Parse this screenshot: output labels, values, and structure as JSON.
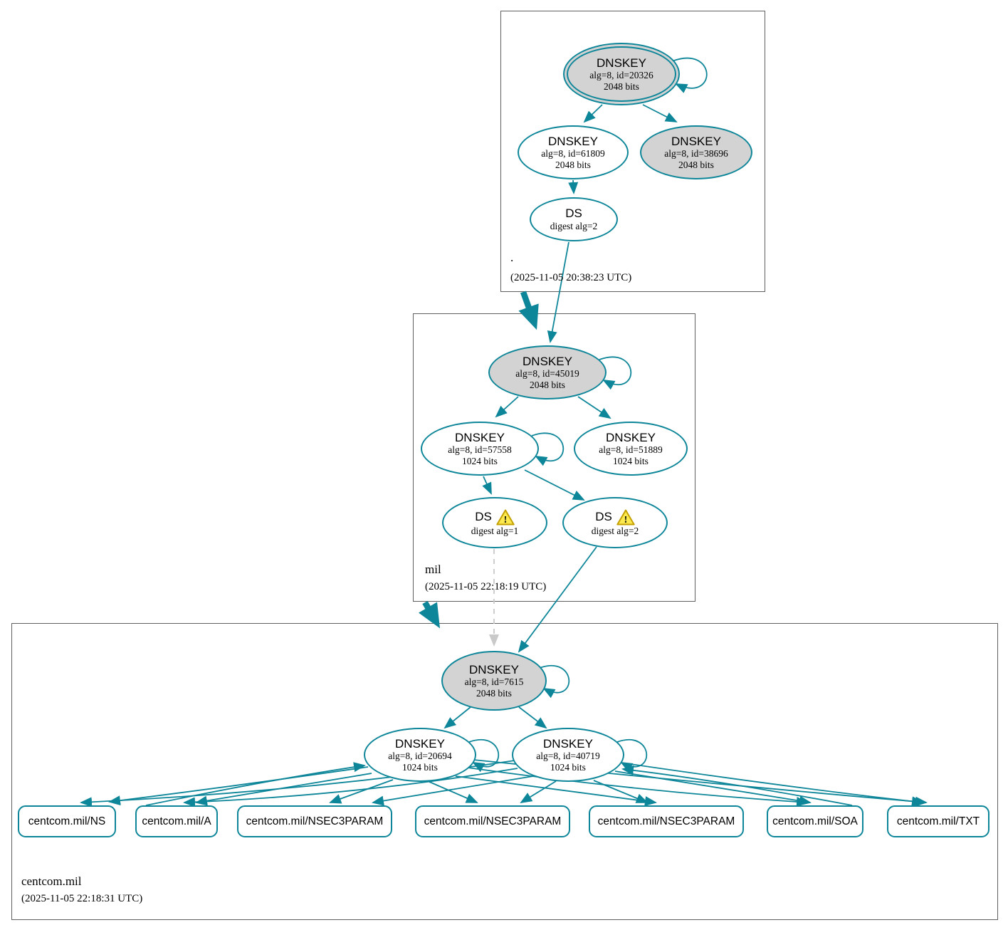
{
  "colors": {
    "accent_teal": "#0e8699",
    "node_fill_gray": "#d3d3d3",
    "dashed_edge_gray": "#c9c9c9",
    "zone_box_border": "#5f5f5f",
    "warning_fill": "#fce94f",
    "warning_stroke": "#c4a000"
  },
  "zones": [
    {
      "name": ".",
      "timestamp": "(2025-11-05 20:38:23 UTC)"
    },
    {
      "name": "mil",
      "timestamp": "(2025-11-05 22:18:19 UTC)"
    },
    {
      "name": "centcom.mil",
      "timestamp": "(2025-11-05 22:18:31 UTC)"
    }
  ],
  "nodes": {
    "root_ksk": {
      "title": "DNSKEY",
      "alg": "alg=8, id=20326",
      "bits": "2048 bits"
    },
    "root_zsk": {
      "title": "DNSKEY",
      "alg": "alg=8, id=61809",
      "bits": "2048 bits"
    },
    "root_ksk2": {
      "title": "DNSKEY",
      "alg": "alg=8, id=38696",
      "bits": "2048 bits"
    },
    "root_ds": {
      "title": "DS",
      "detail": "digest alg=2"
    },
    "mil_ksk": {
      "title": "DNSKEY",
      "alg": "alg=8, id=45019",
      "bits": "2048 bits"
    },
    "mil_zsk1": {
      "title": "DNSKEY",
      "alg": "alg=8, id=57558",
      "bits": "1024 bits"
    },
    "mil_zsk2": {
      "title": "DNSKEY",
      "alg": "alg=8, id=51889",
      "bits": "1024 bits"
    },
    "mil_ds1": {
      "title": "DS",
      "detail": "digest alg=1"
    },
    "mil_ds2": {
      "title": "DS",
      "detail": "digest alg=2"
    },
    "cc_ksk": {
      "title": "DNSKEY",
      "alg": "alg=8, id=7615",
      "bits": "2048 bits"
    },
    "cc_zsk1": {
      "title": "DNSKEY",
      "alg": "alg=8, id=20694",
      "bits": "1024 bits"
    },
    "cc_zsk2": {
      "title": "DNSKEY",
      "alg": "alg=8, id=40719",
      "bits": "1024 bits"
    }
  },
  "rrsets": [
    {
      "label": "centcom.mil/NS"
    },
    {
      "label": "centcom.mil/A"
    },
    {
      "label": "centcom.mil/NSEC3PARAM"
    },
    {
      "label": "centcom.mil/NSEC3PARAM"
    },
    {
      "label": "centcom.mil/NSEC3PARAM"
    },
    {
      "label": "centcom.mil/SOA"
    },
    {
      "label": "centcom.mil/TXT"
    }
  ]
}
